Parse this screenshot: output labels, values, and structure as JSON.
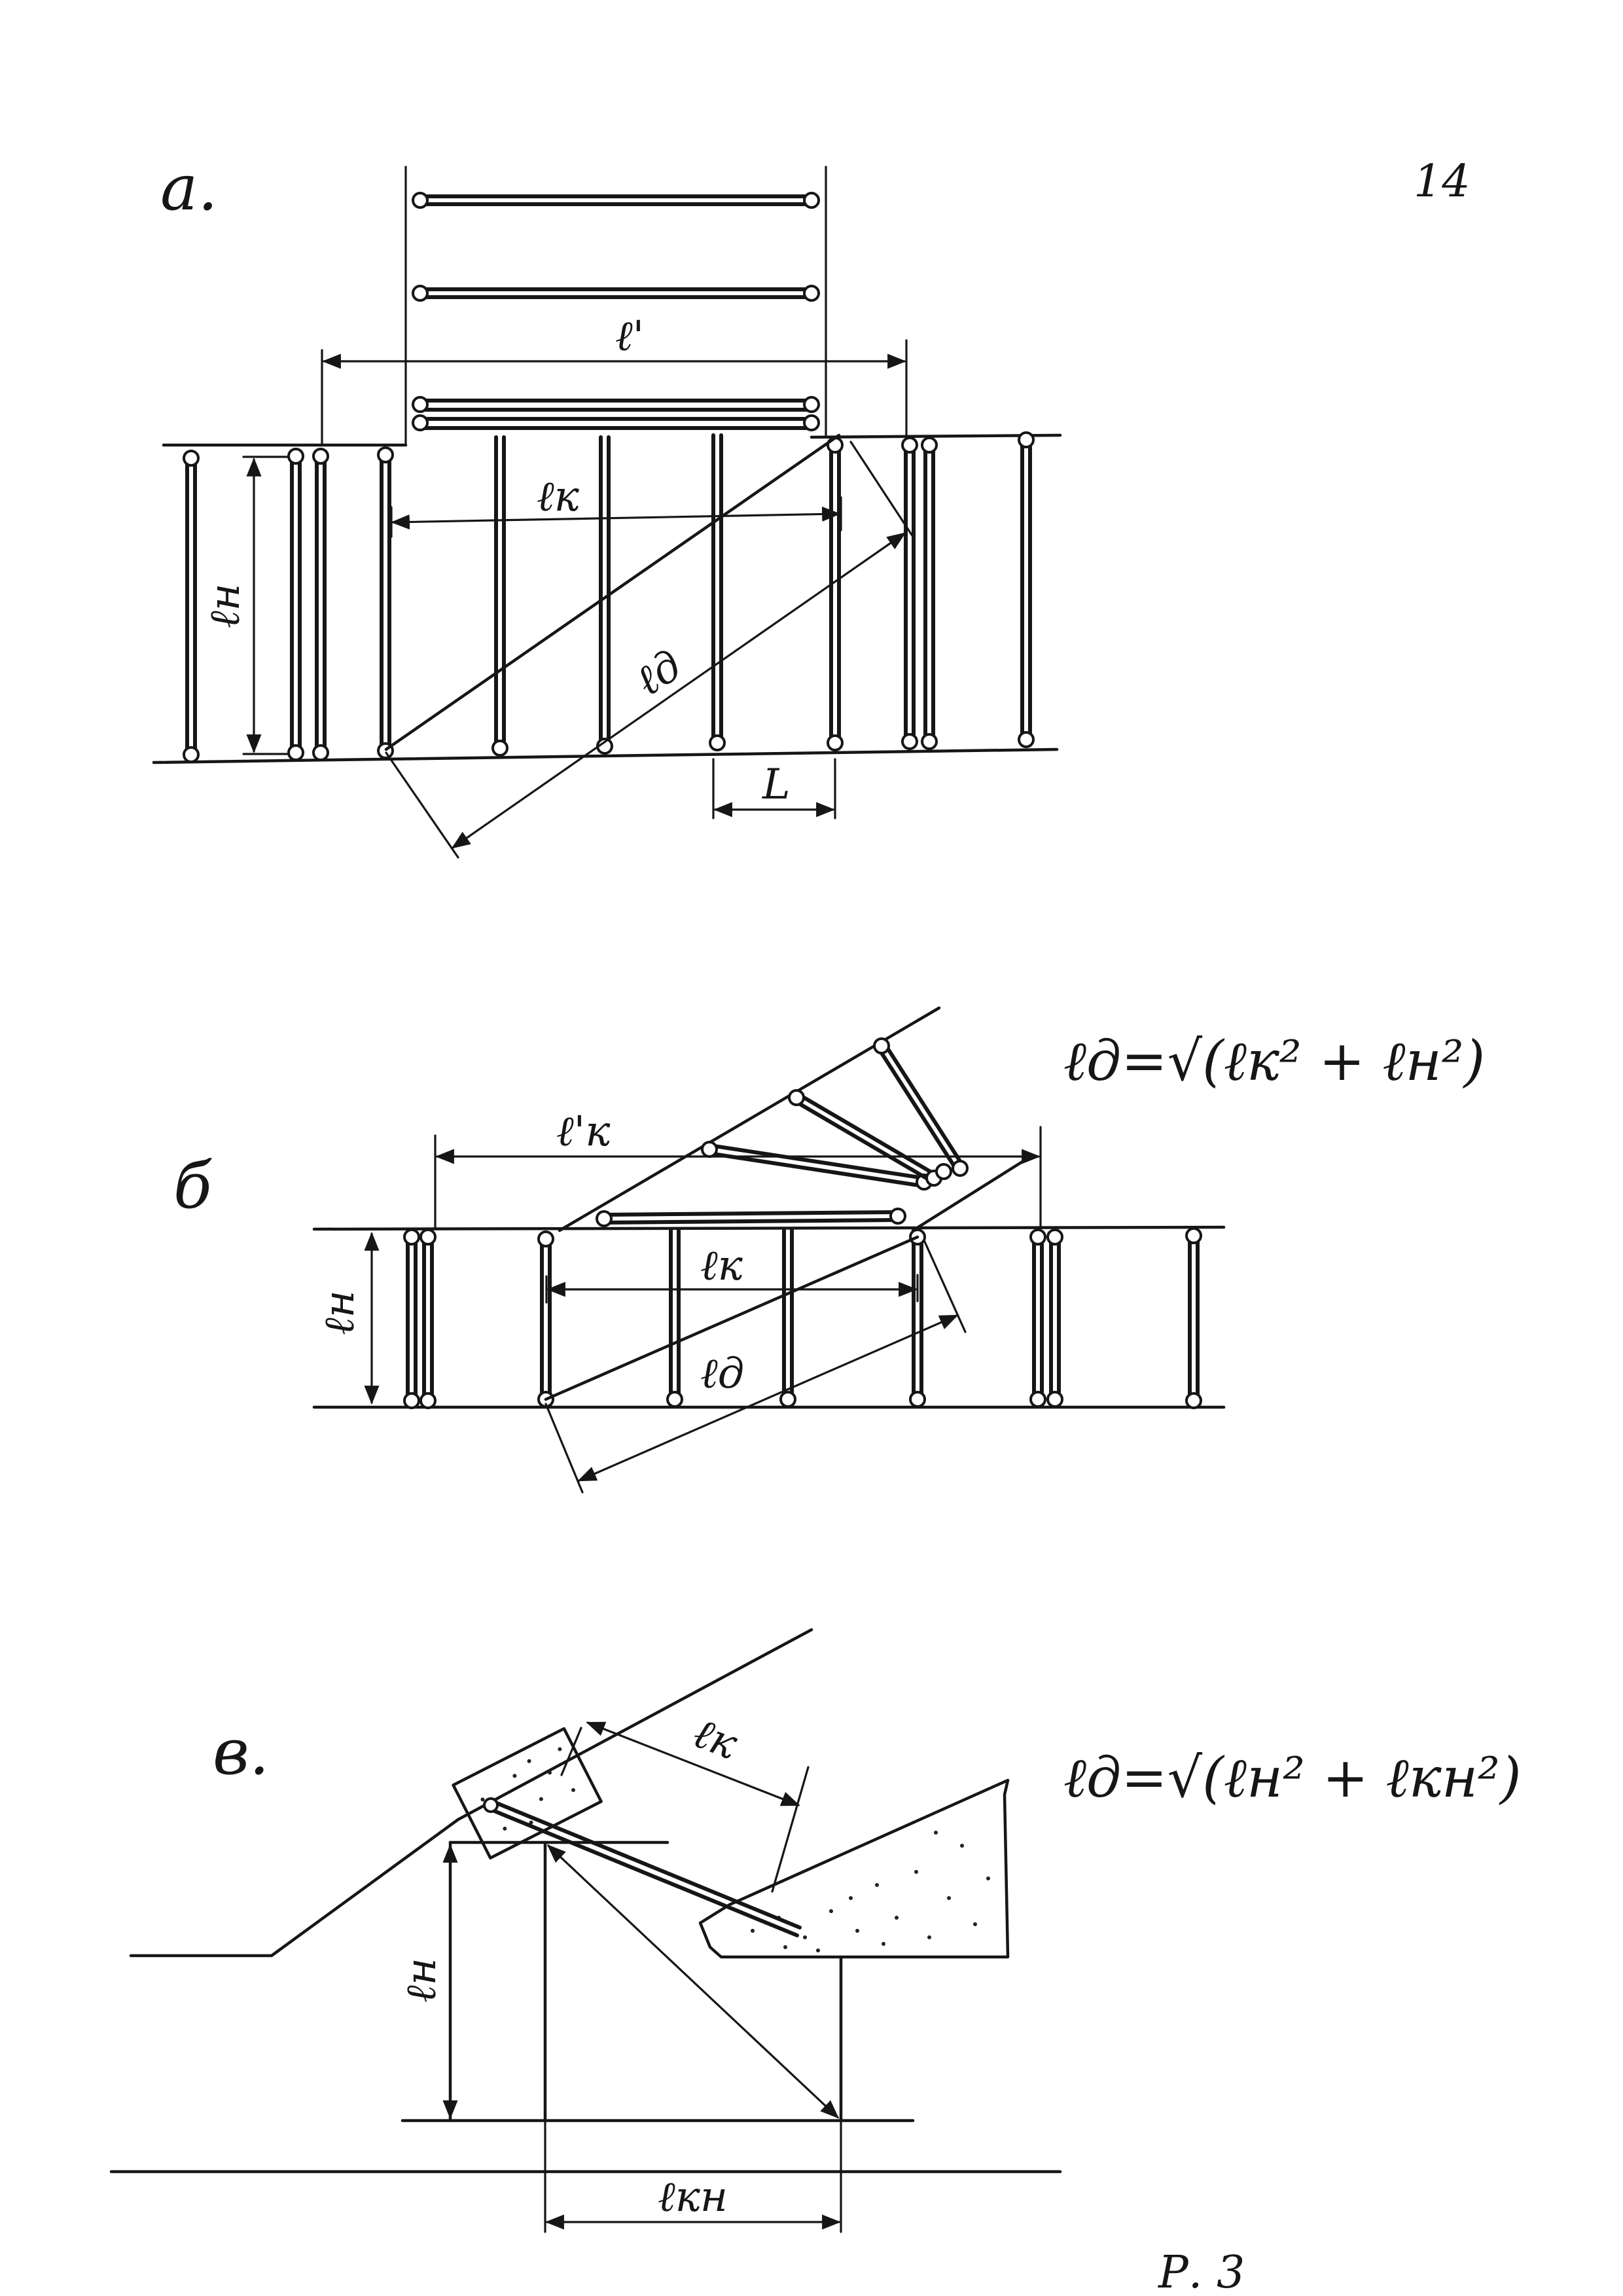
{
  "page": {
    "number": "14",
    "footer": "Р. 3"
  },
  "panel_a": {
    "marker": "а.",
    "labels": {
      "l_prime": "ℓ'",
      "l_k": "ℓк",
      "l_n": "ℓн",
      "l_d": "ℓд",
      "L": "L"
    }
  },
  "panel_b": {
    "marker": "б",
    "formula": "ℓд=√(ℓк² + ℓн²)",
    "labels": {
      "l_k_prime": "ℓ'к",
      "l_k": "ℓк",
      "l_n": "ℓн",
      "l_d": "ℓд"
    }
  },
  "panel_v": {
    "marker": "в.",
    "formula": "ℓд=√(ℓн² + ℓкн²)",
    "labels": {
      "l_k": "ℓк",
      "l_n": "ℓн",
      "l_kn": "ℓкн"
    }
  }
}
